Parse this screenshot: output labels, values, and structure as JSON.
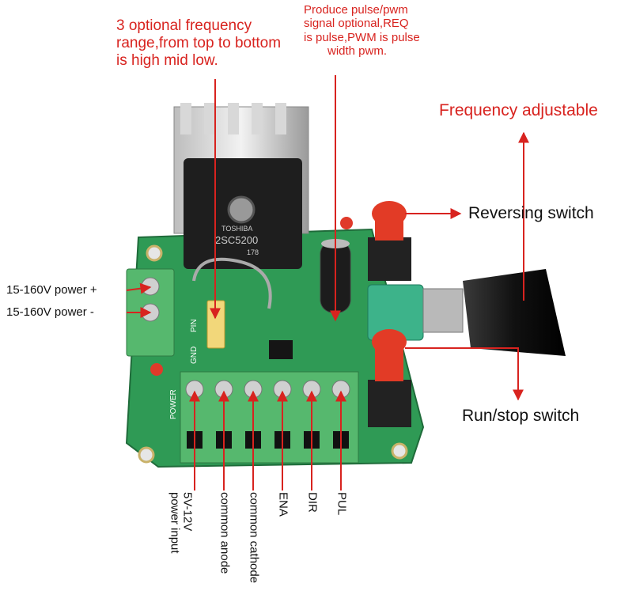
{
  "annotations": {
    "freq_range": [
      "3 optional frequency",
      "range,from top to bottom",
      "is high mid low."
    ],
    "pulse_mode": [
      "Produce pulse/pwm",
      "signal optional,REQ",
      "is pulse,PWM is pulse",
      "width pwm."
    ],
    "freq_adjustable": "Frequency adjustable",
    "reversing_switch": "Reversing switch",
    "run_stop_switch": "Run/stop switch",
    "power_plus": "15-160V power +",
    "power_minus": "15-160V power -"
  },
  "terminals": {
    "t1": [
      "5V-12V",
      "power input"
    ],
    "t2": "common anode",
    "t3": "common cathode",
    "t4": "ENA",
    "t5": "DIR",
    "t6": "PUL"
  },
  "board_markings": {
    "transistor_brand": "TOSHIBA",
    "transistor_model": "2SC5200",
    "transistor_code": "178",
    "gnd": "GND",
    "pin": "PIN",
    "power": "POWER"
  },
  "colors": {
    "annotation": "#d8231f",
    "pcb": "#2f9a55",
    "terminal": "#56b86e"
  }
}
